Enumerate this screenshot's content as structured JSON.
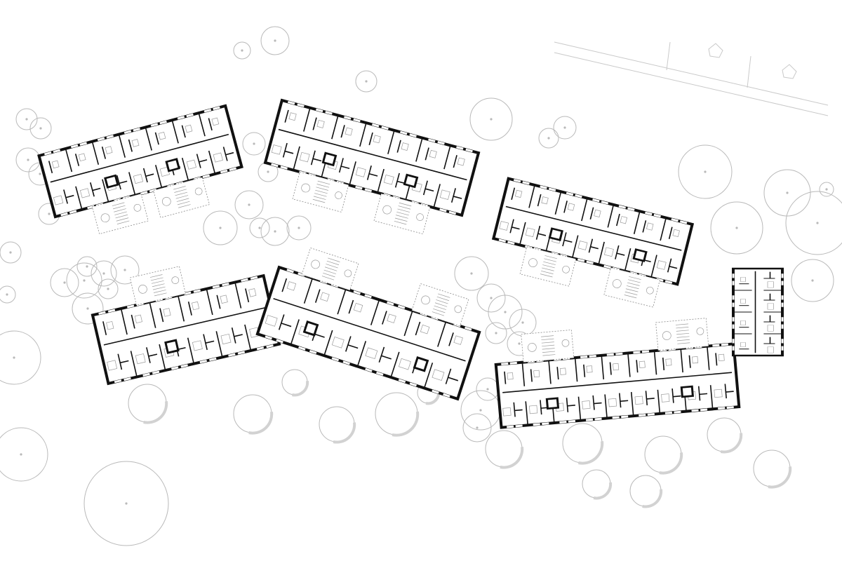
{
  "drawing": {
    "kind": "site-floor-plan",
    "colors": {
      "background": "#ffffff",
      "walls": "#111111",
      "trees": "#b9b9b9",
      "outdoor": "#8a8a8a"
    },
    "buildings": [
      {
        "id": "block-nw",
        "units": 7,
        "cores": 2,
        "entrances": 2
      },
      {
        "id": "block-n",
        "units": 7,
        "cores": 2,
        "entrances": 2
      },
      {
        "id": "block-ne",
        "units": 7,
        "cores": 2,
        "entrances": 2
      },
      {
        "id": "block-sw-bent",
        "units": 12,
        "cores": 3,
        "entrances": 3
      },
      {
        "id": "block-se-l",
        "units": 14,
        "cores": 3,
        "entrances": 2
      }
    ]
  }
}
